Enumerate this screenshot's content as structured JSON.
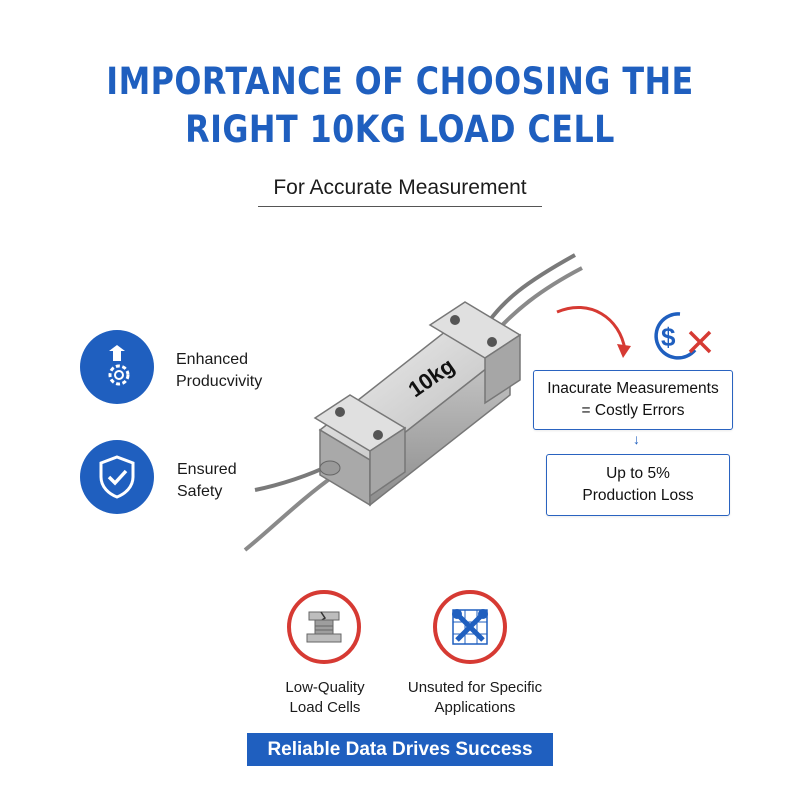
{
  "title": {
    "line1": "IMPORTANCE OF CHOOSING THE",
    "line2": "RIGHT 10KG LOAD CELL"
  },
  "subtitle": "For Accurate Measurement",
  "product": {
    "label": "10kg"
  },
  "benefits": [
    {
      "label_line1": "Enhanced",
      "label_line2": "Producvivity",
      "icon": "productivity-arrow-gear-icon"
    },
    {
      "label_line1": "Ensured",
      "label_line2": "Safety",
      "icon": "shield-check-icon"
    }
  ],
  "risks": {
    "icon": "dollar-cross-icon",
    "box1_line1": "Inacurate Measurements",
    "box1_line2": "= Costly Errors",
    "arrow": "↓",
    "box2_line1": "Up to 5%",
    "box2_line2": "Production Loss"
  },
  "problems": [
    {
      "label_line1": "Low-Quality",
      "label_line2": "Load Cells",
      "icon": "broken-load-cell-icon"
    },
    {
      "label_line1": "Unsuted for Specific",
      "label_line2": "Applications",
      "icon": "tools-blueprint-icon"
    }
  ],
  "banner": "Reliable Data Drives Success",
  "colors": {
    "primary_blue": "#1f5fbf",
    "alert_red": "#d63a33"
  }
}
